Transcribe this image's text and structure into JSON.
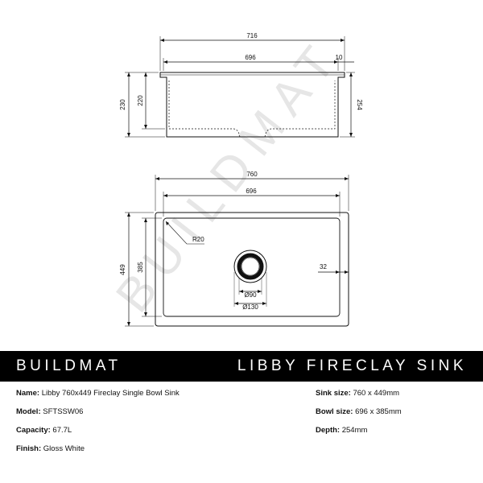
{
  "watermark": "BUILDMAT",
  "side_view": {
    "overall_width": "716",
    "bowl_width": "696",
    "rim": "10",
    "height_outer": "230",
    "height_inner": "220",
    "depth": "254"
  },
  "top_view": {
    "overall_width": "760",
    "bowl_width": "696",
    "overall_depth": "449",
    "bowl_depth": "385",
    "radius": "R20",
    "waste_inner": "Ø90",
    "waste_outer": "Ø130",
    "offset": "32"
  },
  "banner": {
    "brand": "BUILDMAT",
    "product": "LIBBY FIRECLAY SINK"
  },
  "specs": {
    "name_label": "Name:",
    "name_value": "Libby 760x449 Fireclay Single Bowl Sink",
    "model_label": "Model:",
    "model_value": "SFTSSW06",
    "capacity_label": "Capacity:",
    "capacity_value": "67.7L",
    "finish_label": "Finish:",
    "finish_value": "Gloss White",
    "sink_size_label": "Sink size:",
    "sink_size_value": "760 x 449mm",
    "bowl_size_label": "Bowl size:",
    "bowl_size_value": "696 x 385mm",
    "depth_label": "Depth:",
    "depth_value": "254mm"
  }
}
